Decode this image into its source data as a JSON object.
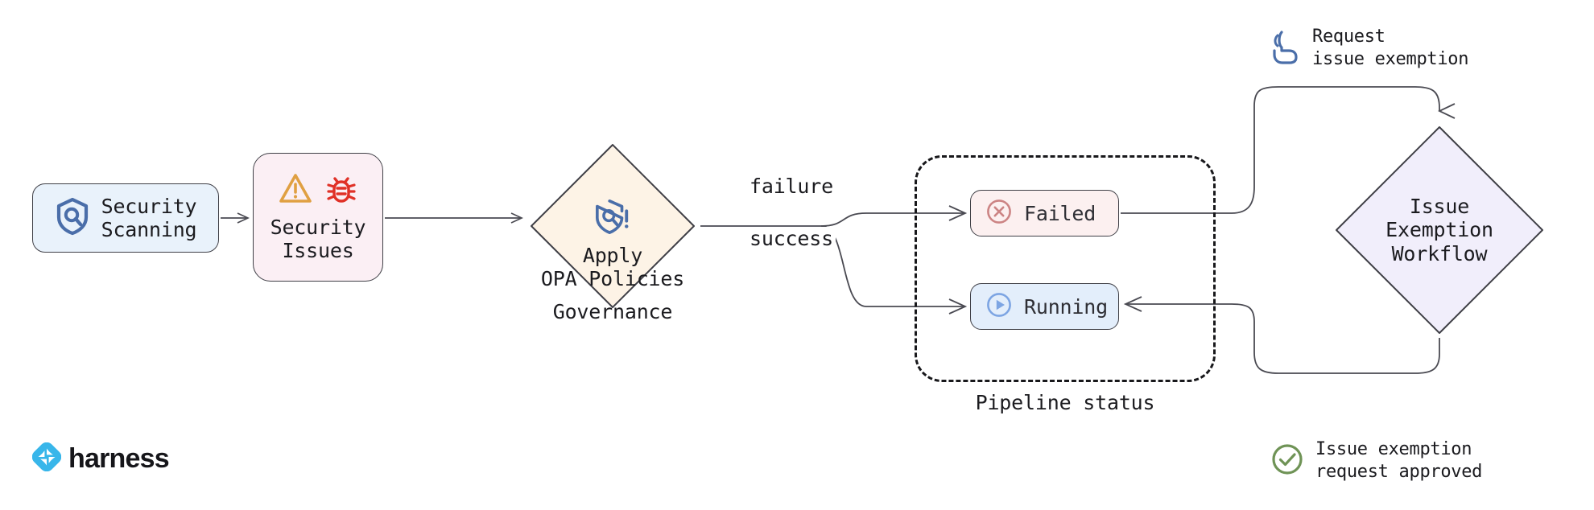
{
  "diagram": {
    "title": "Security scanning governance and issue exemption workflow",
    "background": "#ffffff"
  },
  "nodes": {
    "security_scanning": {
      "label": "Security\nScanning",
      "icon": "shield-search-icon",
      "fill": "#e9f2fb",
      "stroke": "#3f3f46"
    },
    "security_issues": {
      "label": "Security\nIssues",
      "icons": [
        "warning-triangle-icon",
        "bug-icon"
      ],
      "fill": "#fbeff4",
      "stroke": "#3f3f46"
    },
    "apply_opa_policies": {
      "label": "Apply\nOPA Policies",
      "icon": "shield-search-alert-icon",
      "fill": "#fdf3e6",
      "stroke": "#3f3f46"
    },
    "failed": {
      "label": "Failed",
      "icon": "x-circle-icon",
      "fill": "#fcf0f0",
      "stroke": "#3f3f46",
      "icon_color": "#cc8484"
    },
    "running": {
      "label": "Running",
      "icon": "play-circle-icon",
      "fill": "#e3eefb",
      "stroke": "#3f3f46",
      "icon_color": "#7da5e3"
    },
    "issue_exemption_workflow": {
      "label": "Issue\nExemption\nWorkflow",
      "fill": "#f1eefb",
      "stroke": "#3f3f46"
    }
  },
  "groups": {
    "governance": {
      "title": "Governance"
    },
    "pipeline_status": {
      "title": "Pipeline status",
      "style": "dashed"
    }
  },
  "edge_labels": {
    "failure": "failure",
    "success": "success"
  },
  "annotations": {
    "request_exemption": {
      "text": "Request\nissue exemption",
      "icon": "click-hand-icon",
      "icon_color": "#4a6ea9"
    },
    "request_approved": {
      "text": "Issue exemption\nrequest approved",
      "icon": "check-circle-icon",
      "icon_color": "#6f9356"
    }
  },
  "brand": {
    "name": "harness",
    "logo_icon": "harness-logo-icon",
    "logo_color": "#38b6ea"
  },
  "colors": {
    "edge_stroke": "#4a4a52",
    "text": "#1b1b1f",
    "warning": "#e0a042",
    "bug": "#e03127",
    "shield_blue": "#4a6ea9"
  }
}
